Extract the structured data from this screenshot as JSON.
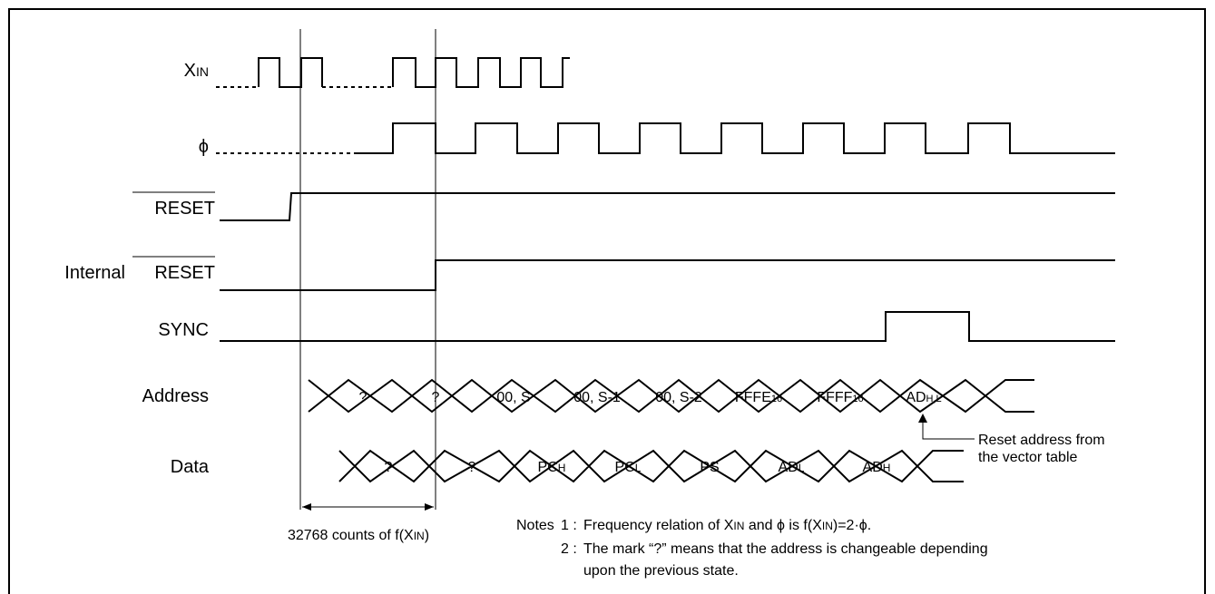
{
  "signals": {
    "xin": {
      "main": "X",
      "sub": "IN"
    },
    "phi": "ϕ",
    "reset": "RESET",
    "internal_reset_prefix": "Internal",
    "internal_reset": "RESET",
    "sync": "SYNC",
    "address": "Address",
    "data": "Data"
  },
  "address_bus": [
    {
      "main": "?",
      "sub": ""
    },
    {
      "main": "?",
      "sub": ""
    },
    {
      "main": "00, S",
      "sub": ""
    },
    {
      "main": "00, S-1",
      "sub": ""
    },
    {
      "main": "00, S-2",
      "sub": ""
    },
    {
      "main": "FFFE",
      "sub": "16"
    },
    {
      "main": "FFFF",
      "sub": "16"
    },
    {
      "main": "AD",
      "sub": "H,L"
    }
  ],
  "data_bus": [
    {
      "main": "?",
      "sub": ""
    },
    {
      "main": "?",
      "sub": ""
    },
    {
      "main": "PC",
      "sub": "H"
    },
    {
      "main": "PC",
      "sub": "L"
    },
    {
      "main": "PS",
      "sub": ""
    },
    {
      "main": "AD",
      "sub": "L"
    },
    {
      "main": "AD",
      "sub": "H"
    }
  ],
  "annotations": {
    "reset_address_line1": "Reset address from",
    "reset_address_line2": "the vector table",
    "counts": {
      "pre": "32768 counts of f(X",
      "sub": "IN",
      "post": ")"
    }
  },
  "notes": {
    "head": "Notes",
    "n1_num": "1 :",
    "n1": {
      "a": "Frequency relation of X",
      "sub": "IN",
      "b": " and ",
      "phi": "ϕ",
      "c": " is f(X",
      "sub2": "IN",
      "d": ")=2·",
      "phi2": "ϕ",
      "e": "."
    },
    "n2_num": "2 :",
    "n2_line1": "The mark “?” means that the address is changeable depending",
    "n2_line2": "upon the previous state."
  }
}
